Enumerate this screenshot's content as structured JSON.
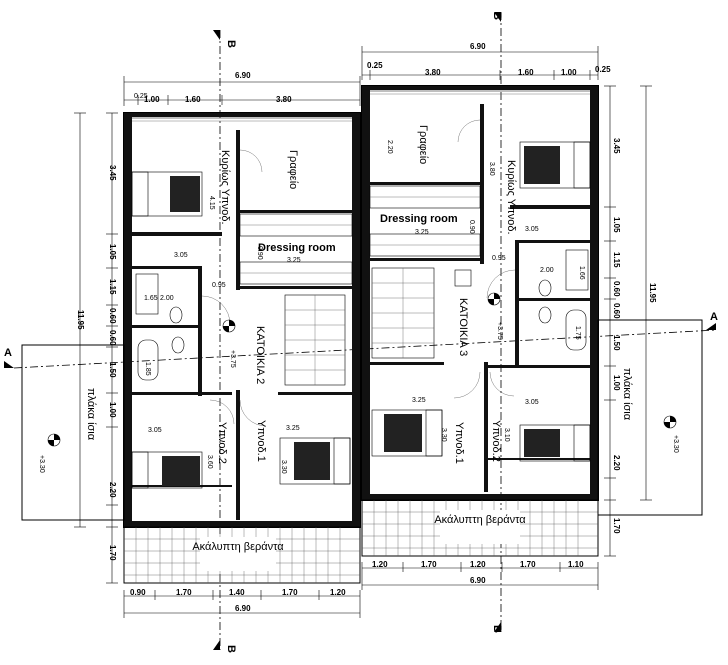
{
  "dimensions": {
    "left_top_total": "6.90",
    "left_top_a": "0.25",
    "left_top_b": "1.00",
    "left_top_c": "1.60",
    "left_top_d": "3.80",
    "right_top_total": "6.90",
    "right_top_a": "0.25",
    "right_top_b": "3.80",
    "right_top_c": "1.60",
    "right_top_d": "1.00",
    "right_top_e": "0.25",
    "left_bottom_a": "0.90",
    "left_bottom_b": "1.70",
    "left_bottom_c": "1.40",
    "left_bottom_d": "1.70",
    "left_bottom_e": "1.20",
    "left_bottom_total": "6.90",
    "right_bottom_a": "1.20",
    "right_bottom_b": "1.70",
    "right_bottom_c": "1.20",
    "right_bottom_d": "1.70",
    "right_bottom_e": "1.10",
    "right_bottom_total": "6.90",
    "left_side_total": "11.95",
    "right_side_total": "11.95",
    "v_345": "3.45",
    "v_105": "1.05",
    "v_115": "1.15",
    "v_060": "0.60",
    "v_060b": "0.60",
    "v_150": "1.50",
    "v_100": "1.00",
    "v_220": "2.20",
    "v_170": "1.70",
    "r_v_345": "3.45",
    "r_v_105": "1.05",
    "r_v_115": "1.15",
    "r_v_060": "0.60",
    "r_v_060b": "0.60",
    "r_v_150": "1.50",
    "r_v_100": "1.00",
    "r_v_220": "2.20",
    "r_v_170": "1.70"
  },
  "rooms_left": {
    "master_bedroom": "Κυρίως Υπνοδ.",
    "master_dim": "4.15",
    "office": "Γραφείο",
    "dressing": "Dressing room",
    "dressing_dim": "3.25",
    "d305": "3.05",
    "d165": "1.65",
    "d200": "2.00",
    "d095": "0.95",
    "d185": "1.85",
    "d090": "0.90",
    "apartment": "ΚΑΤΟΙΚΙΑ 2",
    "level": "+3.75",
    "bed2": "Υπνοδ.2",
    "bed2_dim": "3.60",
    "bed2_w": "3.05",
    "bed1": "Υπνοδ.1",
    "bed1_dim": "3.30",
    "bed1_w": "3.25",
    "veranda": "Ακάλυπτη βεράντα",
    "slab": "πλάκα ίσια",
    "slab_level": "+3.30"
  },
  "rooms_right": {
    "office": "Γραφείο",
    "office_dim": "2.20",
    "master_bedroom": "Κυρίως Υπνοδ.",
    "master_dim": "3.80",
    "dressing": "Dressing room",
    "dressing_dim": "3.25",
    "d090": "0.90",
    "d305": "3.05",
    "d095": "0.95",
    "d200": "2.00",
    "d166": "1.66",
    "d175": "1.75",
    "apartment": "ΚΑΤΟΙΚΙΑ 3",
    "level": "+3.75",
    "bed1": "Υπνοδ.1",
    "bed1_dim": "3.30",
    "bed1_w": "3.25",
    "bed2": "Υπνοδ.2",
    "bed2_dim": "3.10",
    "bed2_w": "3.05",
    "veranda": "Ακάλυπτη βεράντα",
    "slab": "πλάκα ίσια",
    "slab_level": "+3.30"
  },
  "section_marks": {
    "a_left": "A",
    "a_right": "A",
    "b_top_left": "B",
    "b_top_right": "B",
    "b_bottom_left": "B",
    "b_bottom_right": "B"
  }
}
